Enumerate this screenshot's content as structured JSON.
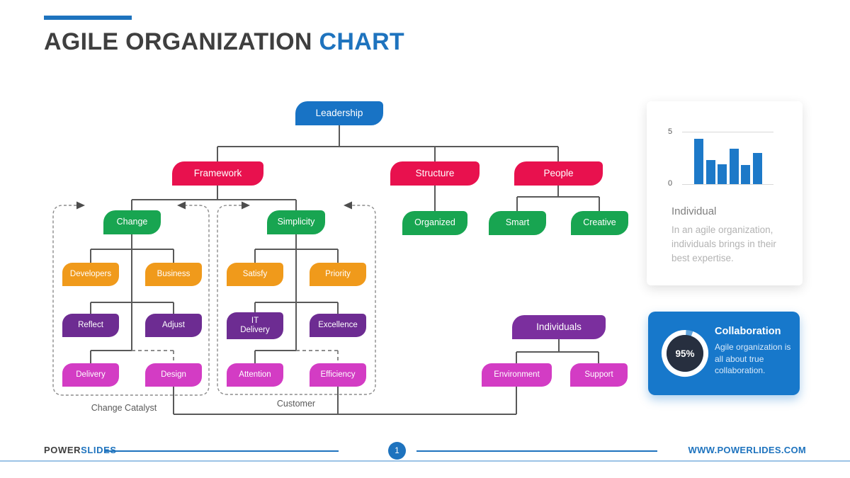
{
  "title": {
    "main": "AGILE ORGANIZATION",
    "accent": "CHART"
  },
  "nodes": {
    "leadership": "Leadership",
    "framework": "Framework",
    "structure": "Structure",
    "people": "People",
    "change": "Change",
    "simplicity": "Simplicity",
    "organized": "Organized",
    "smart": "Smart",
    "creative": "Creative",
    "developers": "Developers",
    "business": "Business",
    "satisfy": "Satisfy",
    "priority": "Priority",
    "reflect": "Reflect",
    "adjust": "Adjust",
    "it_delivery": "IT Delivery",
    "excellence": "Excellence",
    "delivery": "Delivery",
    "design": "Design",
    "attention": "Attention",
    "efficiency": "Efficiency",
    "individuals": "Individuals",
    "environment": "Environment",
    "support": "Support"
  },
  "groups": {
    "change_catalyst": "Change Catalyst",
    "customer": "Customer"
  },
  "cards": {
    "individual": {
      "heading": "Individual",
      "body": "In an agile organization, individuals brings in their best expertise."
    },
    "collaboration": {
      "heading": "Collaboration",
      "body": "Agile organization is all about true collaboration.",
      "percent": "95%",
      "percent_value": 95
    }
  },
  "chart_data": {
    "type": "bar",
    "values": [
      4.3,
      2.3,
      1.9,
      3.4,
      1.8,
      3.0
    ],
    "title": "",
    "xlabel": "",
    "ylabel": "",
    "ylim": [
      0,
      5
    ],
    "yticks": [
      0,
      5
    ],
    "grid": "top-and-baseline only",
    "legend": false,
    "bar_color": "#1d79c8"
  },
  "colors": {
    "accent_blue": "#1e73be",
    "node_blue": "#1873c5",
    "node_crimson": "#e8114e",
    "node_green": "#18a551",
    "node_orange": "#f09a1b",
    "node_purple": "#6d2c92",
    "node_individuals_purple": "#7b2f9e",
    "node_magenta": "#d33cc4",
    "connector_gray": "#595959",
    "card_blue": "#1778cb",
    "donut_inner": "#272f3f"
  },
  "footer": {
    "brand_bold": "POWER",
    "brand_accent": "SLIDES",
    "page_number": "1",
    "url": "WWW.POWERLIDES.COM"
  }
}
